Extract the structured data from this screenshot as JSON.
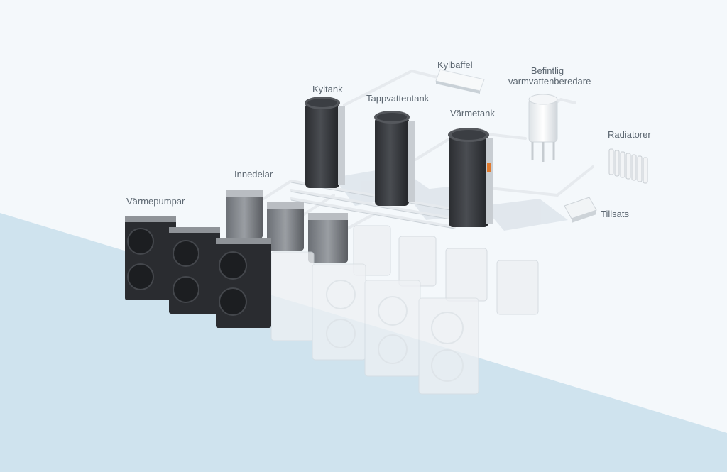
{
  "labels": {
    "heat_pumps": "Värmepumpar",
    "indoor_units": "Innedelar",
    "cooling_tank": "Kyltank",
    "hot_water_tank": "Tappvattentank",
    "heating_tank": "Värmetank",
    "cooling_baffle": "Kylbaffel",
    "existing_heater_line1": "Befintlig",
    "existing_heater_line2": "varmvattenberedare",
    "radiators": "Radiatorer",
    "addition": "Tillsats"
  },
  "colors": {
    "background": "#f4f8fb",
    "floor": "#cfe3ee",
    "pipe": "#e9edf0",
    "tank_body": "#3a3d42",
    "unit_dark": "#2a2c30",
    "ghost_unit": "#eef1f4",
    "label_text": "#5b6670"
  },
  "icons": {
    "tank": "storage-tank-icon",
    "heat_pump": "outdoor-heat-pump-icon",
    "indoor_unit": "indoor-unit-icon",
    "radiator": "radiator-icon",
    "boiler": "water-heater-icon"
  }
}
